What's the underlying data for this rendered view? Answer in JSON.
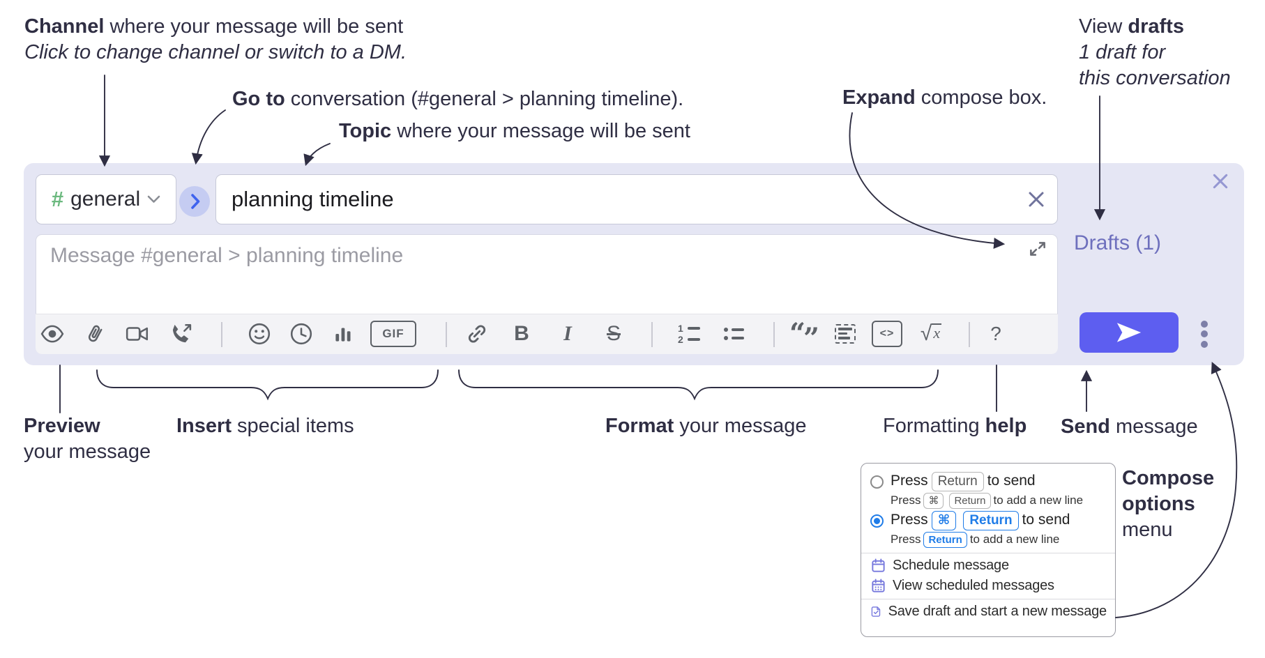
{
  "annotations": {
    "channel": {
      "bold": "Channel",
      "rest": " where your message will be sent",
      "subtitle": "Click to change channel or switch to a DM."
    },
    "goto": {
      "bold": "Go to",
      "rest": " conversation (#general > planning timeline)."
    },
    "topic": {
      "bold": "Topic",
      "rest": " where your message will be sent"
    },
    "expand": {
      "bold": "Expand",
      "rest": " compose box."
    },
    "view_drafts": {
      "pre": "View ",
      "bold": "drafts",
      "line2": "1 draft for",
      "line3": "this conversation"
    },
    "preview": {
      "bold": "Preview",
      "line2": "your message"
    },
    "insert": {
      "bold": "Insert",
      "rest": " special items"
    },
    "format": {
      "bold": "Format",
      "rest": " your message"
    },
    "formatting_help": {
      "pre": "Formatting ",
      "bold": "help"
    },
    "send": {
      "bold": "Send",
      "rest": " message"
    },
    "compose_options": {
      "line1": "Compose",
      "line2": "options",
      "line3": "menu"
    }
  },
  "compose": {
    "channel": {
      "hash": "#",
      "name": "general"
    },
    "topic_value": "planning timeline",
    "message_placeholder": "Message #general > planning timeline",
    "drafts_label": "Drafts (1)",
    "toolbar": {
      "icons": [
        "preview-eye",
        "attach-paperclip",
        "video-call",
        "voice-call",
        "emoji",
        "time",
        "poll",
        "gif",
        "link",
        "bold",
        "italic",
        "strikethrough",
        "numbered-list",
        "bulleted-list",
        "quote",
        "spoiler",
        "code",
        "math",
        "help"
      ],
      "gif": "GIF",
      "bold": "B",
      "italic": "I",
      "strike": "S",
      "code": "<>",
      "sqrt": "√",
      "x": "x",
      "help": "?",
      "num1": "1",
      "num2": "2",
      "quote_open": "“",
      "quote_close": "”"
    }
  },
  "menu": {
    "option1": {
      "pre": "Press",
      "kbd": "Return",
      "post": "to send",
      "sub_pre": "Press",
      "sub_kbd1": "⌘",
      "sub_kbd2": "Return",
      "sub_post": "to add a new line"
    },
    "option2": {
      "pre": "Press",
      "kbd1": "⌘",
      "kbd2": "Return",
      "post": "to send",
      "sub_pre": "Press",
      "sub_kbd": "Return",
      "sub_post": "to add a new line"
    },
    "schedule": "Schedule message",
    "view_scheduled": "View scheduled messages",
    "save_draft": "Save draft and start a new message"
  },
  "colors": {
    "accent_send": "#5d5ef0",
    "compose_bg": "#e5e6f4",
    "link_purple": "#6e70bd",
    "kbd_blue": "#1f7ce8",
    "icon_gray": "#5d6167",
    "menu_icon_purple": "#7678dd",
    "channel_hash_green": "#6cb97f",
    "annotation_ink": "#2f2e43",
    "goto_chevron_blue": "#3f63ee"
  }
}
